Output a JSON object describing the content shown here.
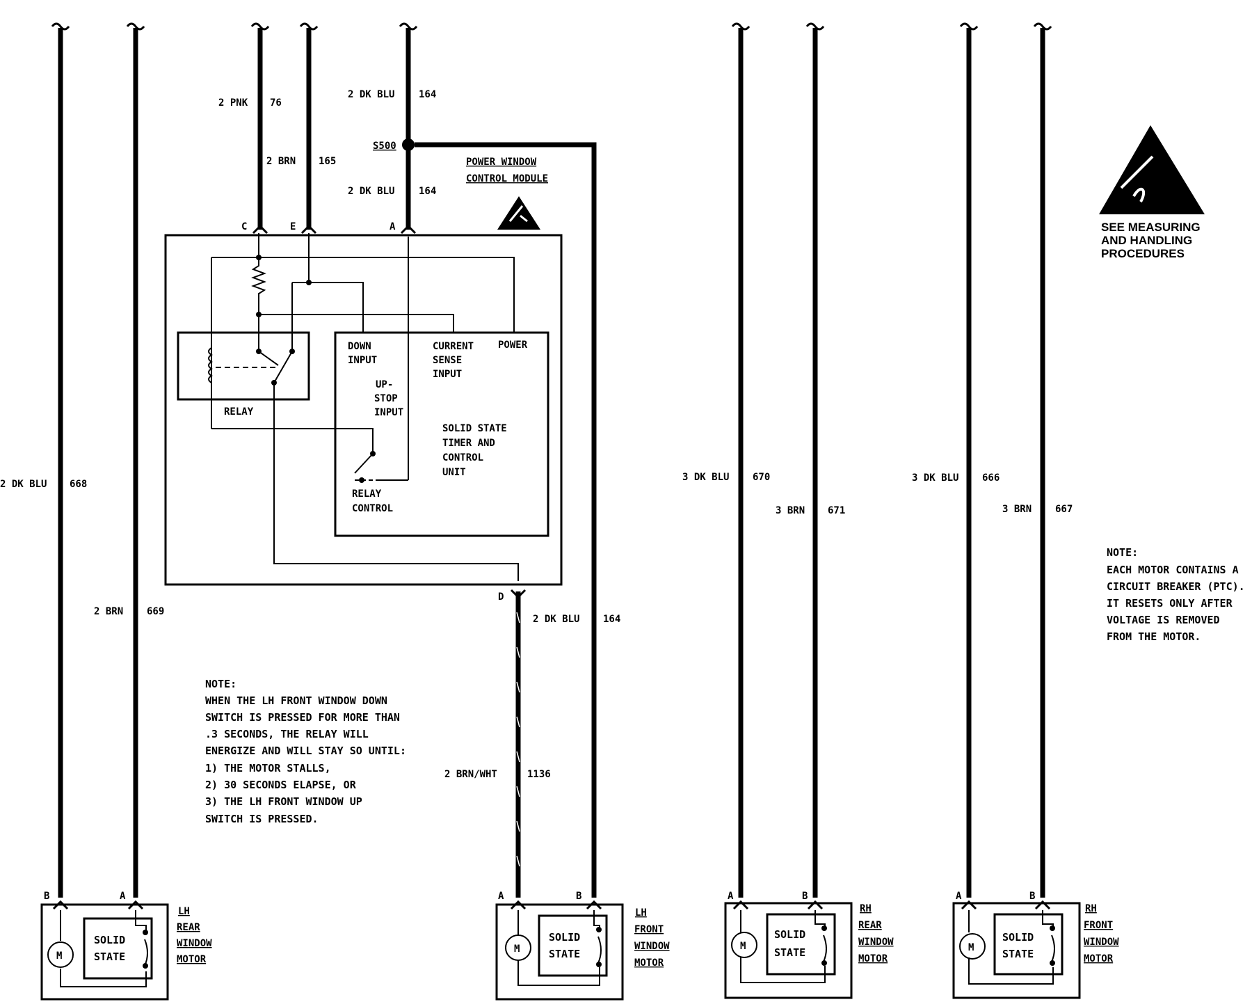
{
  "wires": {
    "lh_rear_b": {
      "label": "2 DK BLU",
      "circuit": "668"
    },
    "lh_rear_a": {
      "label": "2 BRN",
      "circuit": "669"
    },
    "module_c": {
      "label": "2 PNK",
      "circuit": "76"
    },
    "module_e": {
      "label": "2 BRN",
      "circuit": "165"
    },
    "module_a_upper": {
      "label": "2 DK BLU",
      "circuit": "164"
    },
    "module_a_lower": {
      "label": "2 DK BLU",
      "circuit": "164"
    },
    "splice": "S500",
    "lh_front_b": {
      "label": "2 DK BLU",
      "circuit": "164"
    },
    "lh_front_a": {
      "label": "2 BRN/WHT",
      "circuit": "1136"
    },
    "rh_rear_a": {
      "label": "3 DK BLU",
      "circuit": "670"
    },
    "rh_rear_b": {
      "label": "3 BRN",
      "circuit": "671"
    },
    "rh_front_a": {
      "label": "3 DK BLU",
      "circuit": "666"
    },
    "rh_front_b": {
      "label": "3 BRN",
      "circuit": "667"
    }
  },
  "module": {
    "title_line1": "POWER WINDOW",
    "title_line2": "CONTROL MODULE",
    "pin_c": "C",
    "pin_e": "E",
    "pin_a": "A",
    "pin_d": "D",
    "relay": "RELAY",
    "down_input_1": "DOWN",
    "down_input_2": "INPUT",
    "current_1": "CURRENT",
    "current_2": "SENSE",
    "current_3": "INPUT",
    "power": "POWER",
    "upstop_1": "UP-",
    "upstop_2": "STOP",
    "upstop_3": "INPUT",
    "timer_1": "SOLID STATE",
    "timer_2": "TIMER AND",
    "timer_3": "CONTROL",
    "timer_4": "UNIT",
    "relay_ctrl_1": "RELAY",
    "relay_ctrl_2": "CONTROL"
  },
  "esd": {
    "line1": "SEE MEASURING",
    "line2": "AND HANDLING",
    "line3": "PROCEDURES"
  },
  "note_right": {
    "title": "NOTE:",
    "line1": "EACH MOTOR CONTAINS A",
    "line2": "CIRCUIT BREAKER (PTC).",
    "line3": "IT RESETS ONLY AFTER",
    "line4": "VOLTAGE IS REMOVED",
    "line5": "FROM THE MOTOR."
  },
  "note_left": {
    "title": "NOTE:",
    "line1": "WHEN THE LH FRONT WINDOW DOWN",
    "line2": "SWITCH IS PRESSED FOR MORE THAN",
    "line3": ".3 SECONDS, THE RELAY WILL",
    "line4": "ENERGIZE AND WILL STAY SO UNTIL:",
    "line5": "1) THE MOTOR STALLS,",
    "line6": "2) 30 SECONDS ELAPSE, OR",
    "line7": "3) THE LH FRONT WINDOW UP",
    "line8": "SWITCH IS PRESSED."
  },
  "motors": {
    "lh_rear": {
      "l1": "LH",
      "l2": "REAR",
      "l3": "WINDOW",
      "l4": "MOTOR",
      "pin_left": "B",
      "pin_right": "A"
    },
    "lh_front": {
      "l1": "LH",
      "l2": "FRONT",
      "l3": "WINDOW",
      "l4": "MOTOR",
      "pin_left": "A",
      "pin_right": "B"
    },
    "rh_rear": {
      "l1": "RH",
      "l2": "REAR",
      "l3": "WINDOW",
      "l4": "MOTOR",
      "pin_left": "A",
      "pin_right": "B"
    },
    "rh_front": {
      "l1": "RH",
      "l2": "FRONT",
      "l3": "WINDOW",
      "l4": "MOTOR",
      "pin_left": "A",
      "pin_right": "B"
    },
    "motor_symbol": "M",
    "solid_1": "SOLID",
    "solid_2": "STATE"
  }
}
